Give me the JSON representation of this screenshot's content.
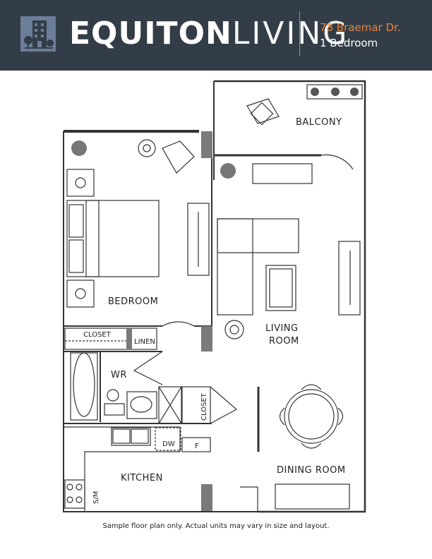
{
  "header": {
    "brand_bold": "EQUITON",
    "brand_light": "LIVING",
    "address": "78 Braemar Dr.",
    "unit_type": "1 Bedroom",
    "background_color": "#333d47",
    "accent_color": "#e8823c",
    "logo_icon": "building-trees-icon"
  },
  "rooms": {
    "balcony": "BALCONY",
    "bedroom": "BEDROOM",
    "closet": "CLOSET",
    "linen": "LINEN",
    "wr": "WR",
    "living_1": "LIVING",
    "living_2": "ROOM",
    "closet2": "CLOSET",
    "dw": "DW",
    "fridge": "F",
    "kitchen": "KITCHEN",
    "sm": "S/M",
    "dining": "DINING ROOM"
  },
  "footnote": "Sample floor plan only. Actual units may vary in size and layout."
}
